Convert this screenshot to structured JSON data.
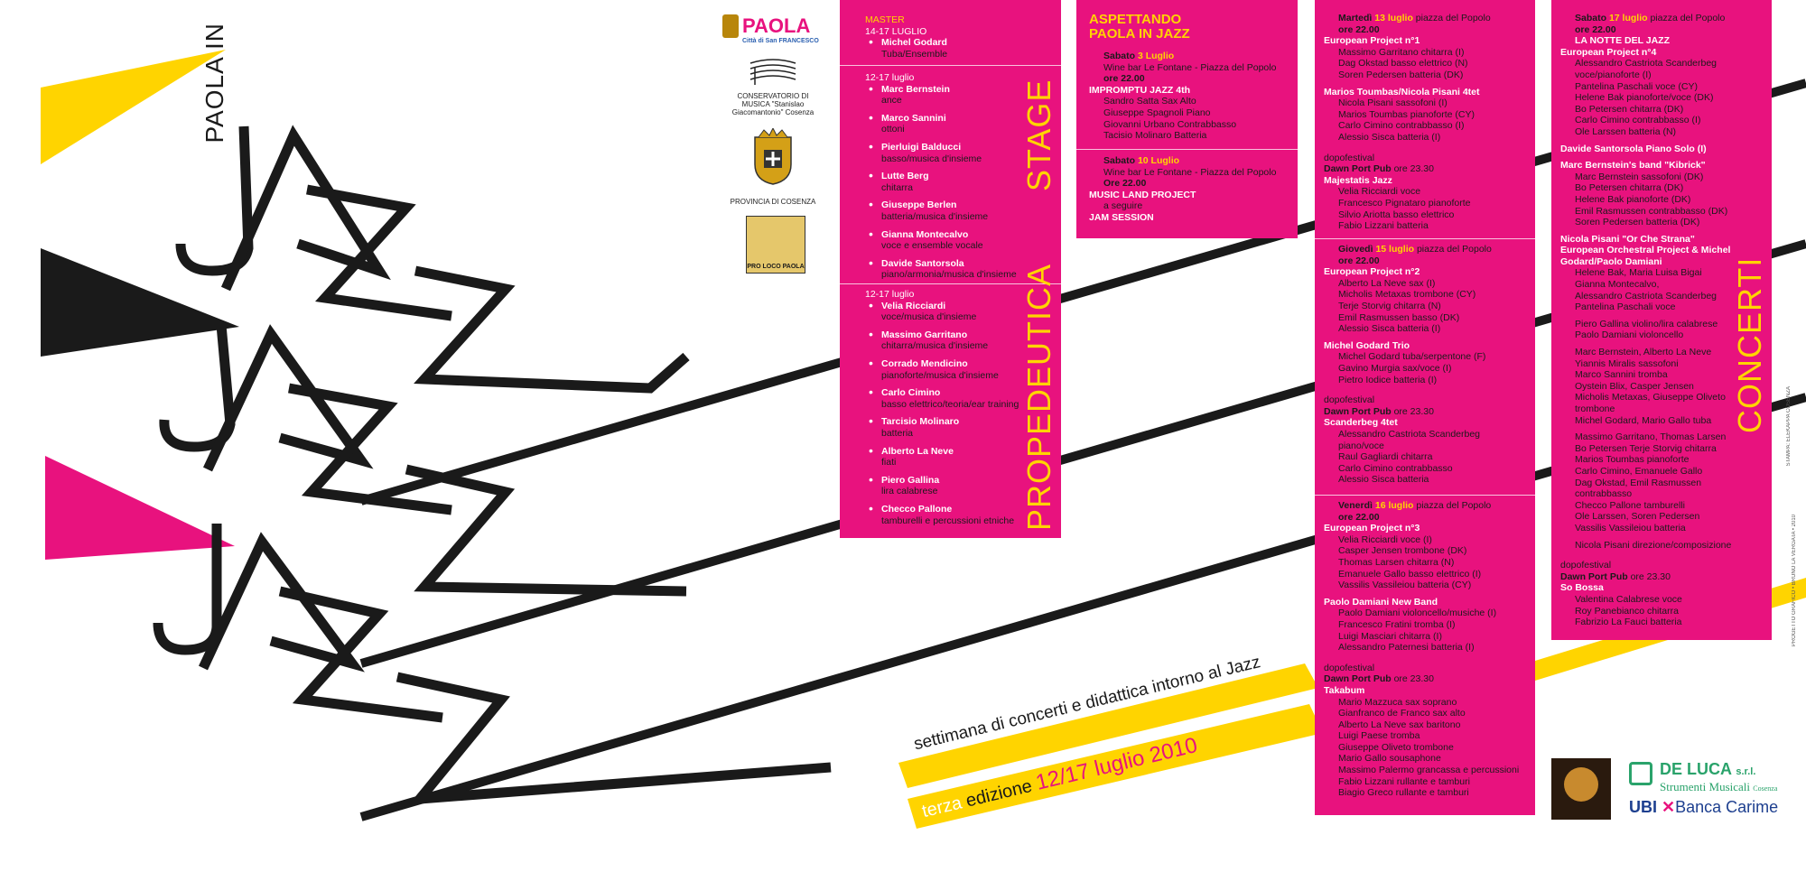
{
  "brand": {
    "paola_in": "PAOLA IN",
    "jazz_word": "JAZZ"
  },
  "tagline": {
    "line1": "settimana di concerti e didattica intorno al Jazz",
    "edition_prefix": "terza",
    "edition_word": "edizione",
    "dates": "12/17 luglio 2010"
  },
  "colors": {
    "magenta": "#e8127e",
    "yellow": "#ffd400",
    "black": "#1a1a1a"
  },
  "sponsors_top": {
    "paola_city": "PAOLA",
    "paola_sub": "Città di San FRANCESCO",
    "conservatorio": "CONSERVATORIO DI MUSICA \"Stanislao Giacomantonio\" Cosenza",
    "provincia": "PROVINCIA DI COSENZA",
    "pro_loco": "PRO LOCO PAOLA"
  },
  "stage": {
    "heading": "STAGE",
    "master_label": "MASTER",
    "master_dates": "14-17 LUGLIO",
    "master_items": [
      {
        "name": "Michel Godard",
        "role": "Tuba/Ensemble"
      }
    ],
    "dates2": "12-17 luglio",
    "items": [
      {
        "name": "Marc Bernstein",
        "role": "ance"
      },
      {
        "name": "Marco Sannini",
        "role": "ottoni"
      },
      {
        "name": "Pierluigi Balducci",
        "role": "basso/musica d'insieme"
      },
      {
        "name": "Lutte Berg",
        "role": "chitarra"
      },
      {
        "name": "Giuseppe Berlen",
        "role": "batteria/musica d'insieme"
      },
      {
        "name": "Gianna Montecalvo",
        "role": "voce e ensemble vocale"
      },
      {
        "name": "Davide Santorsola",
        "role": "piano/armonia/musica d'insieme"
      }
    ]
  },
  "propedeutica": {
    "heading": "PROPEDEUTICA",
    "dates": "12-17 luglio",
    "items": [
      {
        "name": "Velia Ricciardi",
        "role": "voce/musica d'insieme"
      },
      {
        "name": "Massimo Garritano",
        "role": "chitarra/musica d'insieme"
      },
      {
        "name": "Corrado Mendicino",
        "role": "pianoforte/musica d'insieme"
      },
      {
        "name": "Carlo Cimino",
        "role": "basso elettrico/teoria/ear training"
      },
      {
        "name": "Tarcisio Molinaro",
        "role": "batteria"
      },
      {
        "name": "Alberto La Neve",
        "role": "fiati"
      },
      {
        "name": "Piero Gallina",
        "role": "lira calabrese"
      },
      {
        "name": "Checco Pallone",
        "role": "tamburelli e percussioni etniche"
      }
    ]
  },
  "aspettando": {
    "title": "ASPETTANDO PAOLA IN JAZZ",
    "ev1_day": "Sabato",
    "ev1_date": "3 Luglio",
    "ev1_venue": "Wine bar Le Fontane - Piazza del Popolo",
    "ev1_time": "ore 22.00",
    "ev1_group": "IMPROMPTU JAZZ 4th",
    "ev1_members": [
      "Sandro Satta Sax Alto",
      "Giuseppe Spagnoli Piano",
      "Giovanni Urbano Contrabbasso",
      "Tacisio Molinaro Batteria"
    ],
    "ev2_day": "Sabato",
    "ev2_date": "10 Luglio",
    "ev2_venue": "Wine bar Le Fontane - Piazza del Popolo",
    "ev2_time": "Ore 22.00",
    "ev2_group": "MUSIC LAND PROJECT",
    "ev2_after": "a seguire",
    "ev2_jam": "JAM SESSION"
  },
  "concerti_col1": {
    "d1_day": "Martedì",
    "d1_date": "13 luglio",
    "d1_place": "piazza del Popolo",
    "d1_time": "ore 22.00",
    "d1_g1": "European Project n°1",
    "d1_g1_members": [
      "Massimo Garritano chitarra (I)",
      "Dag Okstad basso elettrico (N)",
      "Soren Pedersen batteria (DK)"
    ],
    "d1_g2": "Marios Toumbas/Nicola Pisani 4tet",
    "d1_g2_members": [
      "Nicola Pisani sassofoni (I)",
      "Marios Toumbas pianoforte (CY)",
      "Carlo Cimino contrabbasso (I)",
      "Alessio Sisca batteria (I)"
    ],
    "d1_dopo": "dopofestival",
    "d1_pub": "Dawn Port Pub",
    "d1_pub_time": "ore 23.30",
    "d1_g3": "Majestatis Jazz",
    "d1_g3_members": [
      "Velia Ricciardi voce",
      "Francesco Pignataro pianoforte",
      "Silvio Ariotta basso elettrico",
      "Fabio Lizzani batteria"
    ],
    "d2_day": "Giovedì",
    "d2_date": "15 luglio",
    "d2_place": "piazza del Popolo",
    "d2_time": "ore 22.00",
    "d2_g1": "European Project n°2",
    "d2_g1_members": [
      "Alberto La Neve sax (I)",
      "Micholis Metaxas trombone (CY)",
      "Terje Storvig chitarra (N)",
      "Emil Rasmussen basso (DK)",
      "Alessio Sisca batteria (I)"
    ],
    "d2_g2": "Michel Godard Trio",
    "d2_g2_members": [
      "Michel Godard tuba/serpentone (F)",
      "Gavino Murgia sax/voce (I)",
      "Pietro Iodice batteria (I)"
    ],
    "d2_dopo": "dopofestival",
    "d2_pub": "Dawn Port Pub",
    "d2_pub_time": "ore 23.30",
    "d2_g3": "Scanderbeg 4tet",
    "d2_g3_members": [
      "Alessandro Castriota Scanderbeg",
      "piano/voce",
      "Raul Gagliardi chitarra",
      "Carlo Cimino contrabbasso",
      "Alessio Sisca batteria"
    ],
    "d3_day": "Venerdì",
    "d3_date": "16 luglio",
    "d3_place": "piazza del Popolo",
    "d3_time": "ore 22.00",
    "d3_g1": "European Project n°3",
    "d3_g1_members": [
      "Velia Ricciardi voce (I)",
      "Casper Jensen trombone (DK)",
      "Thomas Larsen chitarra (N)",
      "Emanuele Gallo basso elettrico (I)",
      "Vassilis Vassileiou batteria (CY)"
    ],
    "d3_g2": "Paolo Damiani New Band",
    "d3_g2_members": [
      "Paolo Damiani violoncello/musiche (I)",
      "Francesco Fratini tromba (I)",
      "Luigi Masciari chitarra (I)",
      "Alessandro Paternesi batteria (I)"
    ],
    "d3_dopo": "dopofestival",
    "d3_pub": "Dawn Port Pub",
    "d3_pub_time": "ore 23.30",
    "d3_g3": "Takabum",
    "d3_g3_members": [
      "Mario Mazzuca sax soprano",
      "Gianfranco de Franco sax alto",
      "Alberto La Neve sax baritono",
      "Luigi Paese tromba",
      "Giuseppe Oliveto trombone",
      "Mario Gallo sousaphone",
      "Massimo Palermo grancassa e percussioni",
      "Fabio Lizzani rullante e tamburi",
      "Biagio Greco rullante e tamburi"
    ]
  },
  "concerti_col2": {
    "heading": "CONCERTI",
    "d4_day": "Sabato",
    "d4_date": "17 luglio",
    "d4_place": "piazza del Popolo",
    "d4_time": "ore 22.00",
    "d4_title": "LA NOTTE DEL JAZZ",
    "g1": "European Project n°4",
    "g1_members": [
      "Alessandro Castriota Scanderbeg",
      "voce/pianoforte (I)",
      "Pantelina Paschali voce (CY)",
      "Helene Bak pianoforte/voce (DK)",
      "Bo Petersen chitarra (DK)",
      "Carlo Cimino contrabbasso (I)",
      "Ole Larssen batteria (N)"
    ],
    "g2": "Davide Santorsola Piano Solo (I)",
    "g3": "Marc Bernstein's band \"Kibrick\"",
    "g3_members": [
      "Marc Bernstein sassofoni (DK)",
      "Bo Petersen chitarra (DK)",
      "Helene Bak pianoforte (DK)",
      "Emil Rasmussen contrabbasso (DK)",
      "Soren Pedersen batteria (DK)"
    ],
    "g4": "Nicola Pisani \"Or Che Strana\"",
    "g4b": "European Orchestral Project & Michel Godard/Paolo Damiani",
    "g4_members": [
      "Helene Bak, Maria Luisa Bigai",
      "Gianna Montecalvo,",
      "Alessandro Castriota Scanderbeg",
      "Pantelina Paschali voce",
      "",
      "Piero Gallina violino/lira calabrese",
      "Paolo Damiani violoncello",
      "",
      "Marc Bernstein, Alberto La Neve",
      "Yiannis Miralis sassofoni",
      "Marco Sannini tromba",
      "Oystein Blix, Casper Jensen",
      "Micholis Metaxas, Giuseppe Oliveto",
      "trombone",
      "Michel Godard, Mario Gallo tuba",
      "",
      "Massimo Garritano, Thomas Larsen",
      "Bo Petersen Terje Storvig chitarra",
      "Marios Toumbas pianoforte",
      "Carlo Cimino, Emanuele Gallo",
      "Dag Okstad, Emil Rasmussen contrabbasso",
      "Checco Pallone tamburelli",
      "Ole Larssen, Soren Pedersen",
      "Vassilis Vassileiou batteria",
      "",
      "Nicola Pisani direzione/composizione"
    ],
    "dopo": "dopofestival",
    "pub": "Dawn Port Pub",
    "pub_time": "ore 23.30",
    "g5": "So Bossa",
    "g5_members": [
      "Valentina Calabrese voce",
      "Roy Panebianco chitarra",
      "Fabrizio La Fauci batteria"
    ]
  },
  "credits": {
    "print": "STAMPA: ELEKAPPA COSENZA",
    "design": "PROGETTO GRAFICO • BRUNO LA VERGATA • 2010"
  },
  "sponsors_bottom": {
    "deluca": "DE LUCA",
    "deluca_srl": "s.r.l.",
    "deluca_sub": "Strumenti Musicali",
    "deluca_city": "Cosenza",
    "ubi": "UBI",
    "banca": "Banca Carime"
  }
}
